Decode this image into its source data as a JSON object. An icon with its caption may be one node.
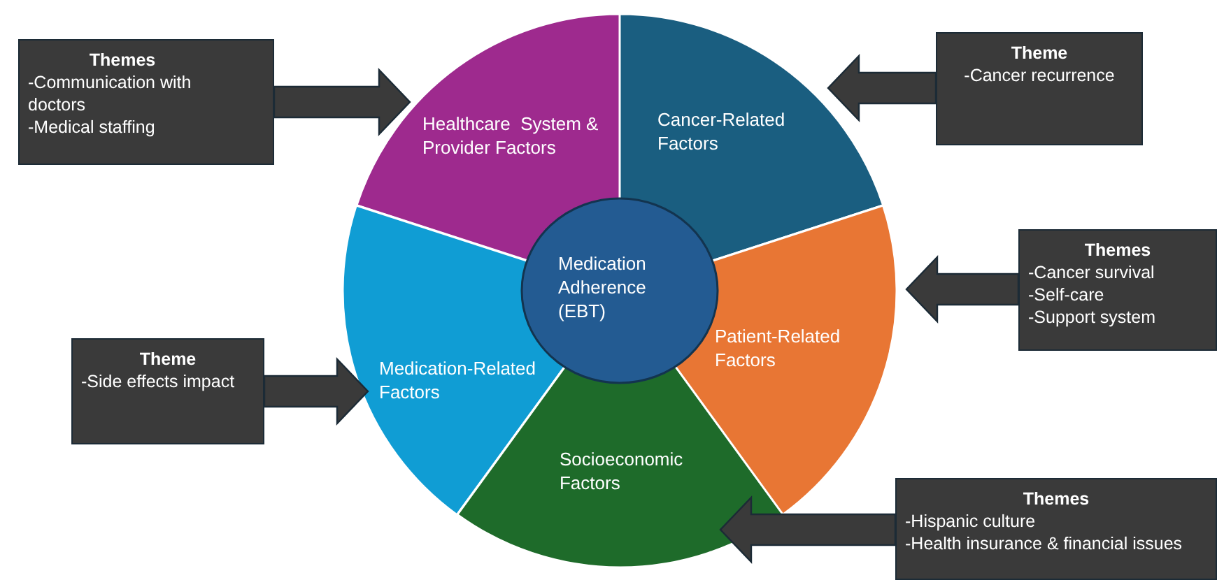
{
  "diagram": {
    "nodes": [
      {
        "text": [
          "Medication Adherence (EBT)"
        ]
      },
      {
        "text": [
          "Healthcare  System & Provider Factors"
        ]
      },
      {
        "text": [
          "Cancer-Related Factors"
        ]
      },
      {
        "text": [
          "Medication-Related Factors"
        ]
      },
      {
        "text": [
          "Patient-Related Factors"
        ]
      },
      {
        "text": [
          "Socioeconomic Factors"
        ]
      },
      {
        "text": [
          "Themes",
          "-Communication with doctors",
          "-Medical staffing"
        ]
      },
      {
        "text": [
          "Theme",
          "-Cancer recurrence"
        ]
      },
      {
        "text": [
          "Themes",
          "-Cancer survival",
          "-Self-care",
          "-Support system"
        ]
      },
      {
        "text": [
          "Theme",
          "-Side effects impact"
        ]
      },
      {
        "text": [
          "Themes",
          "-Hispanic culture",
          "-Health insurance & financial issues"
        ]
      }
    ],
    "edges": [
      {
        "from": 6,
        "to": 1,
        "arrow": "to"
      },
      {
        "from": 7,
        "to": 2,
        "arrow": "to"
      },
      {
        "from": 8,
        "to": 4,
        "arrow": "to"
      },
      {
        "from": 9,
        "to": 3,
        "arrow": "to"
      },
      {
        "from": 10,
        "to": 5,
        "arrow": "to"
      }
    ]
  }
}
